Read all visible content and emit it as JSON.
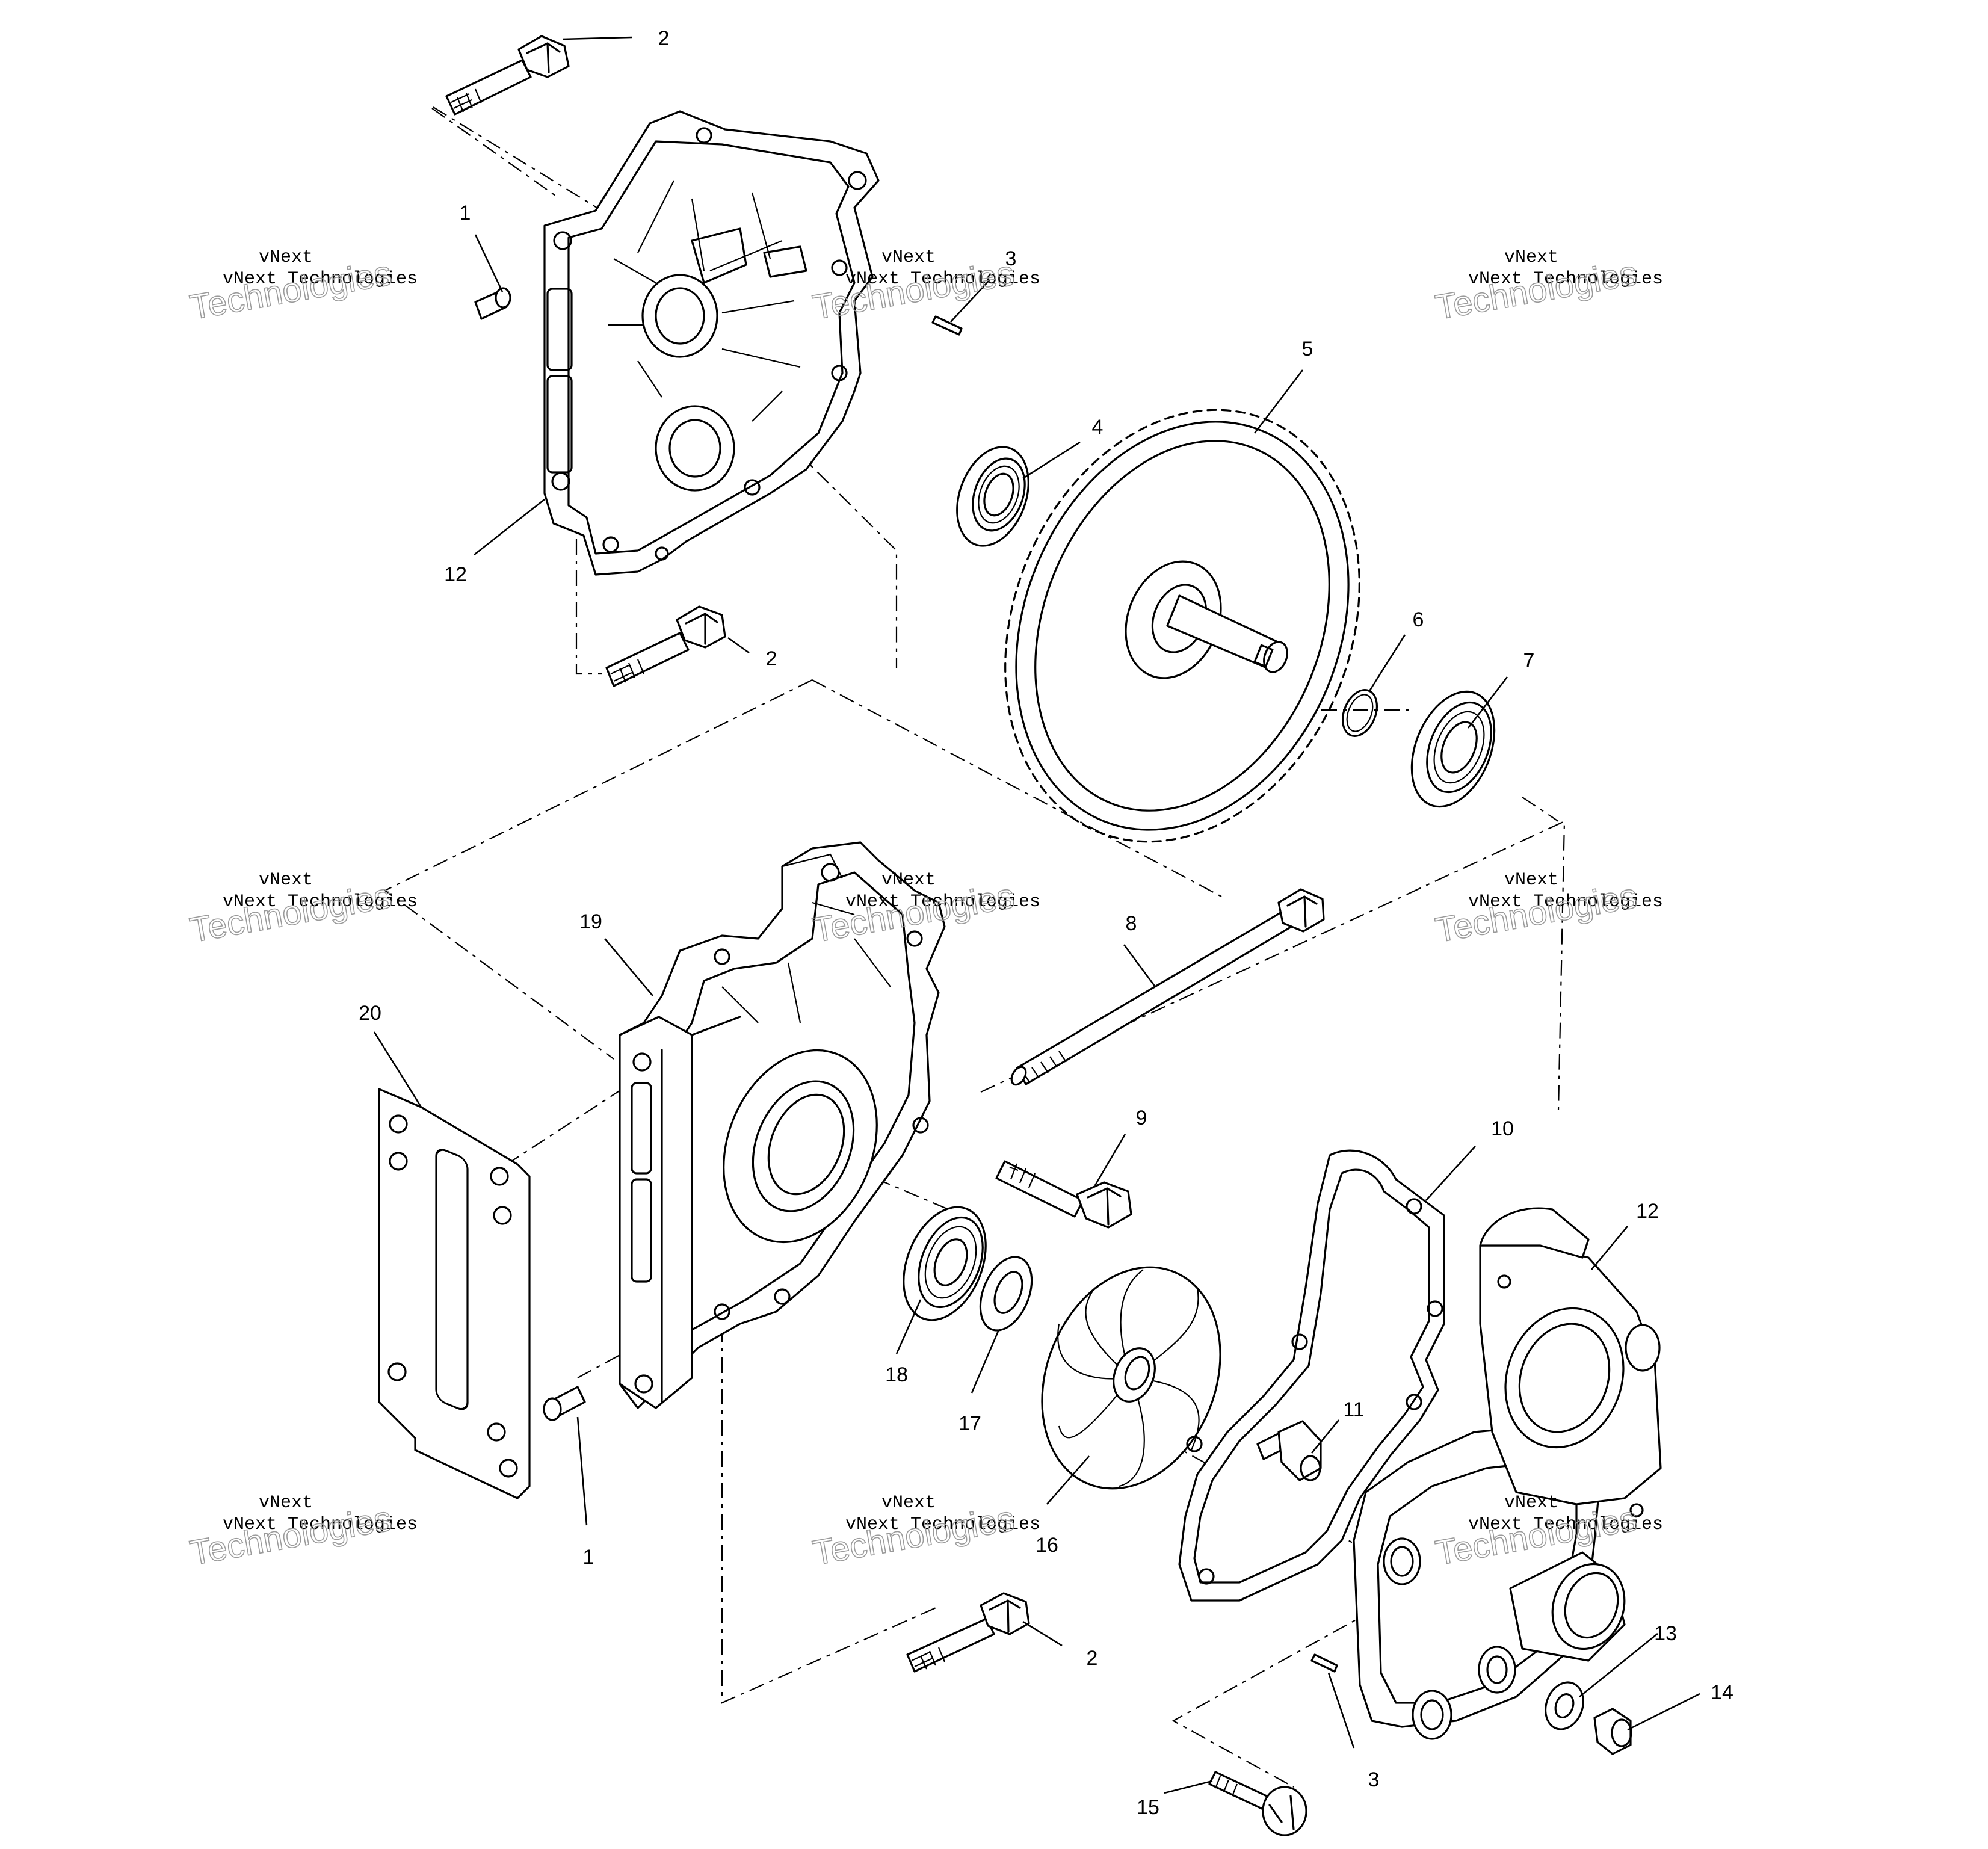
{
  "diagram": {
    "callouts": [
      {
        "id": "c-2a",
        "label": "2"
      },
      {
        "id": "c-1a",
        "label": "1"
      },
      {
        "id": "c-3a",
        "label": "3"
      },
      {
        "id": "c-12a",
        "label": "12"
      },
      {
        "id": "c-2b",
        "label": "2"
      },
      {
        "id": "c-4",
        "label": "4"
      },
      {
        "id": "c-5",
        "label": "5"
      },
      {
        "id": "c-6",
        "label": "6"
      },
      {
        "id": "c-7",
        "label": "7"
      },
      {
        "id": "c-19",
        "label": "19"
      },
      {
        "id": "c-8",
        "label": "8"
      },
      {
        "id": "c-20",
        "label": "20"
      },
      {
        "id": "c-9",
        "label": "9"
      },
      {
        "id": "c-10",
        "label": "10"
      },
      {
        "id": "c-12b",
        "label": "12"
      },
      {
        "id": "c-18",
        "label": "18"
      },
      {
        "id": "c-17",
        "label": "17"
      },
      {
        "id": "c-11",
        "label": "11"
      },
      {
        "id": "c-1b",
        "label": "1"
      },
      {
        "id": "c-16",
        "label": "16"
      },
      {
        "id": "c-2c",
        "label": "2"
      },
      {
        "id": "c-13",
        "label": "13"
      },
      {
        "id": "c-14",
        "label": "14"
      },
      {
        "id": "c-3b",
        "label": "3"
      },
      {
        "id": "c-15",
        "label": "15"
      }
    ]
  },
  "watermark": {
    "brand": "vNext",
    "company_line": "vNext Technologies",
    "overlay_word": "Technologies"
  }
}
